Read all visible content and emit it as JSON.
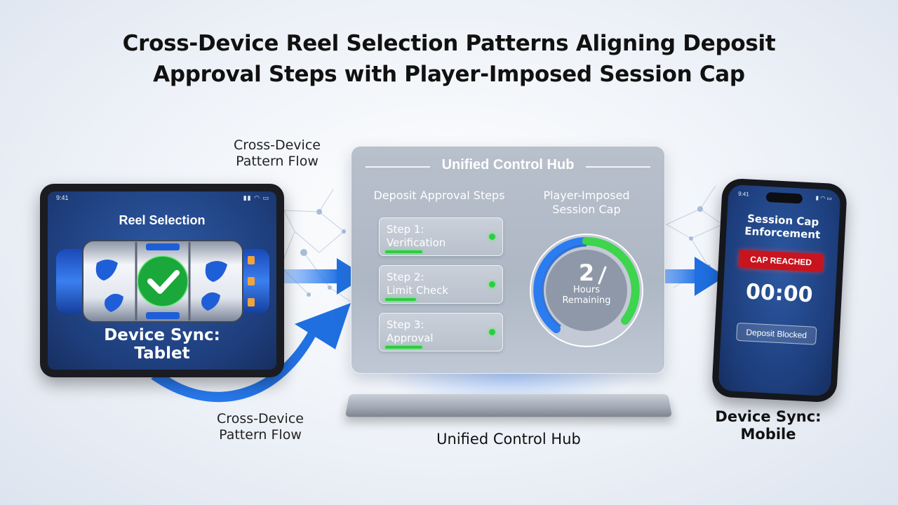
{
  "title": {
    "line1": "Cross-Device Reel Selection Patterns Aligning Deposit",
    "line2": "Approval Steps with Player-Imposed Session Cap"
  },
  "flow_labels": {
    "top": [
      "Cross-Device",
      "Pattern Flow"
    ],
    "bottom": [
      "Cross-Device",
      "Pattern Flow"
    ]
  },
  "tablet": {
    "status_time": "9:41",
    "heading": "Reel Selection",
    "sync_line1": "Device Sync:",
    "sync_line2": "Tablet"
  },
  "hub": {
    "title": "Unified Control Hub",
    "deposit_heading": "Deposit Approval Steps",
    "cap_heading_line1": "Player-Imposed",
    "cap_heading_line2": "Session Cap",
    "steps": [
      {
        "line1": "Step 1:",
        "line2": "Verification",
        "progress": 0.3
      },
      {
        "line1": "Step 2:",
        "line2": "Limit Check",
        "progress": 0.25
      },
      {
        "line1": "Step 3:",
        "line2": "Approval",
        "progress": 0.3
      }
    ],
    "gauge": {
      "value": "2",
      "unit_line1": "Hours",
      "unit_line2": "Remaining"
    },
    "caption": "Unified Control Hub"
  },
  "phone": {
    "heading_line1": "Session Cap",
    "heading_line2": "Enforcement",
    "badge": "CAP REACHED",
    "timer": "00:00",
    "button": "Deposit Blocked",
    "caption_line1": "Device Sync:",
    "caption_line2": "Mobile"
  },
  "colors": {
    "accent_blue": "#1f6fe0",
    "success_green": "#2ecc40",
    "alert_red": "#c8141e"
  }
}
